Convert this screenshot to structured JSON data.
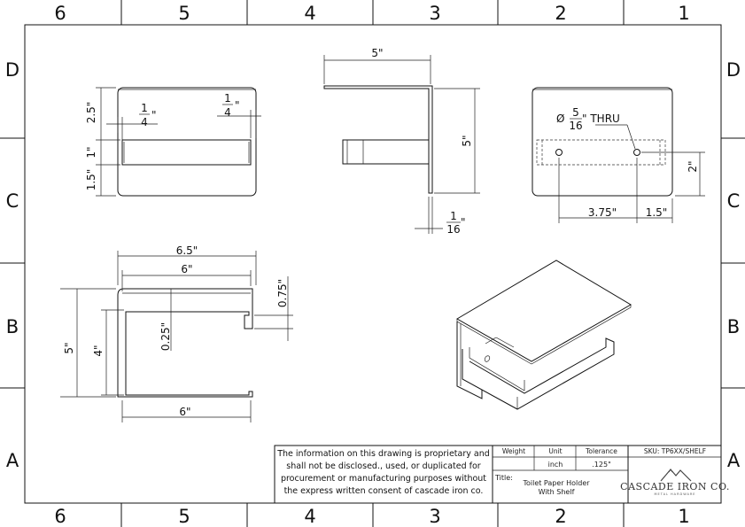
{
  "zones": {
    "columns": [
      "6",
      "5",
      "4",
      "3",
      "2",
      "1"
    ],
    "rows": [
      "D",
      "C",
      "B",
      "A"
    ]
  },
  "dimensions": {
    "front": {
      "d25": "2.5\"",
      "d1": "1\"",
      "d15": "1.5\"",
      "q1n": "1",
      "q1d": "4",
      "q2n": "1",
      "q2d": "4",
      "inch": "\""
    },
    "side": {
      "w5": "5\"",
      "h5": "5\"",
      "tn": "1",
      "td": "16",
      "inch": "\""
    },
    "right": {
      "phi": "Ø",
      "hn": "5",
      "hd": "16",
      "thru": "\" THRU",
      "d375": "3.75\"",
      "d15": "1.5\"",
      "d2": "2\""
    },
    "top": {
      "d65": "6.5\"",
      "d6a": "6\"",
      "d075": "0.75\"",
      "d025": "0.25\"",
      "d5": "5\"",
      "d4": "4\"",
      "d6b": "6\""
    }
  },
  "notice": {
    "lines": [
      "The information on this drawing is proprietary and",
      "shall not be disclosed., used, or duplicated for",
      "procurement or manufacturing purposes without",
      "the express written consent of cascade iron co."
    ]
  },
  "titleblock": {
    "weight_label": "Weight",
    "unit_label": "Unit",
    "tolerance_label": "Tolerance",
    "unit_value": "inch",
    "tolerance_value": ".125\"",
    "title_label": "Title:",
    "title_line1": "Toilet Paper Holder",
    "title_line2": "With Shelf",
    "sku": "SKU: TP6XX/SHELF",
    "company": "CASCADE IRON CO.",
    "company_sub": "METAL HARDWARE"
  }
}
